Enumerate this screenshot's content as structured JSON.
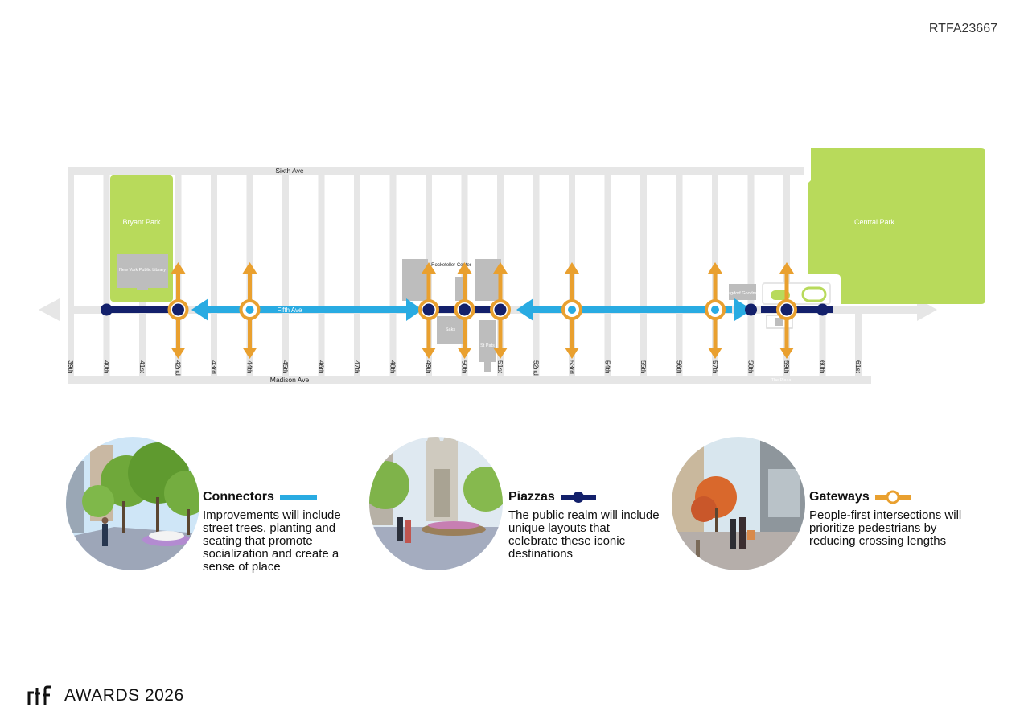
{
  "doc_id": "RTFA23667",
  "map": {
    "top_avenue": "Sixth Ave",
    "bottom_avenue": "Madison Ave",
    "main_avenue": "Fifth Ave",
    "streets": [
      "39th",
      "40th",
      "41st",
      "42nd",
      "43rd",
      "44th",
      "45th",
      "46th",
      "47th",
      "48th",
      "49th",
      "50th",
      "51st",
      "52nd",
      "53rd",
      "54th",
      "55th",
      "56th",
      "57th",
      "58th",
      "59th",
      "60th",
      "61st"
    ],
    "landmarks": {
      "bryant_park": "Bryant Park",
      "central_park": "Central Park",
      "library": "New York Public Library",
      "rockefeller": "Rockefeller Center",
      "saks": "Saks",
      "st_pats": "St Pats",
      "bergdorf": "Bergdorf Goodman",
      "plaza": "The Plaza"
    },
    "colors": {
      "road": "#e6e6e6",
      "park": "#b8da5b",
      "building": "#bdbdbd",
      "connector": "#29abe2",
      "piazza": "#13206b",
      "gateway": "#e9a02f"
    }
  },
  "legend": [
    {
      "title": "Connectors",
      "desc": "Improvements will include street trees, planting and seating that promote socialization and create a sense of place",
      "icon": "connector-line-icon"
    },
    {
      "title": "Piazzas",
      "desc": "The public realm will include unique layouts that celebrate these iconic destinations",
      "icon": "piazza-node-icon"
    },
    {
      "title": "Gateways",
      "desc": "People-first intersections will prioritize pedestrians by reducing crossing lengths",
      "icon": "gateway-ring-icon"
    }
  ],
  "brand": {
    "text": "AWARDS 2026",
    "logo": "rtf-logo-icon"
  }
}
